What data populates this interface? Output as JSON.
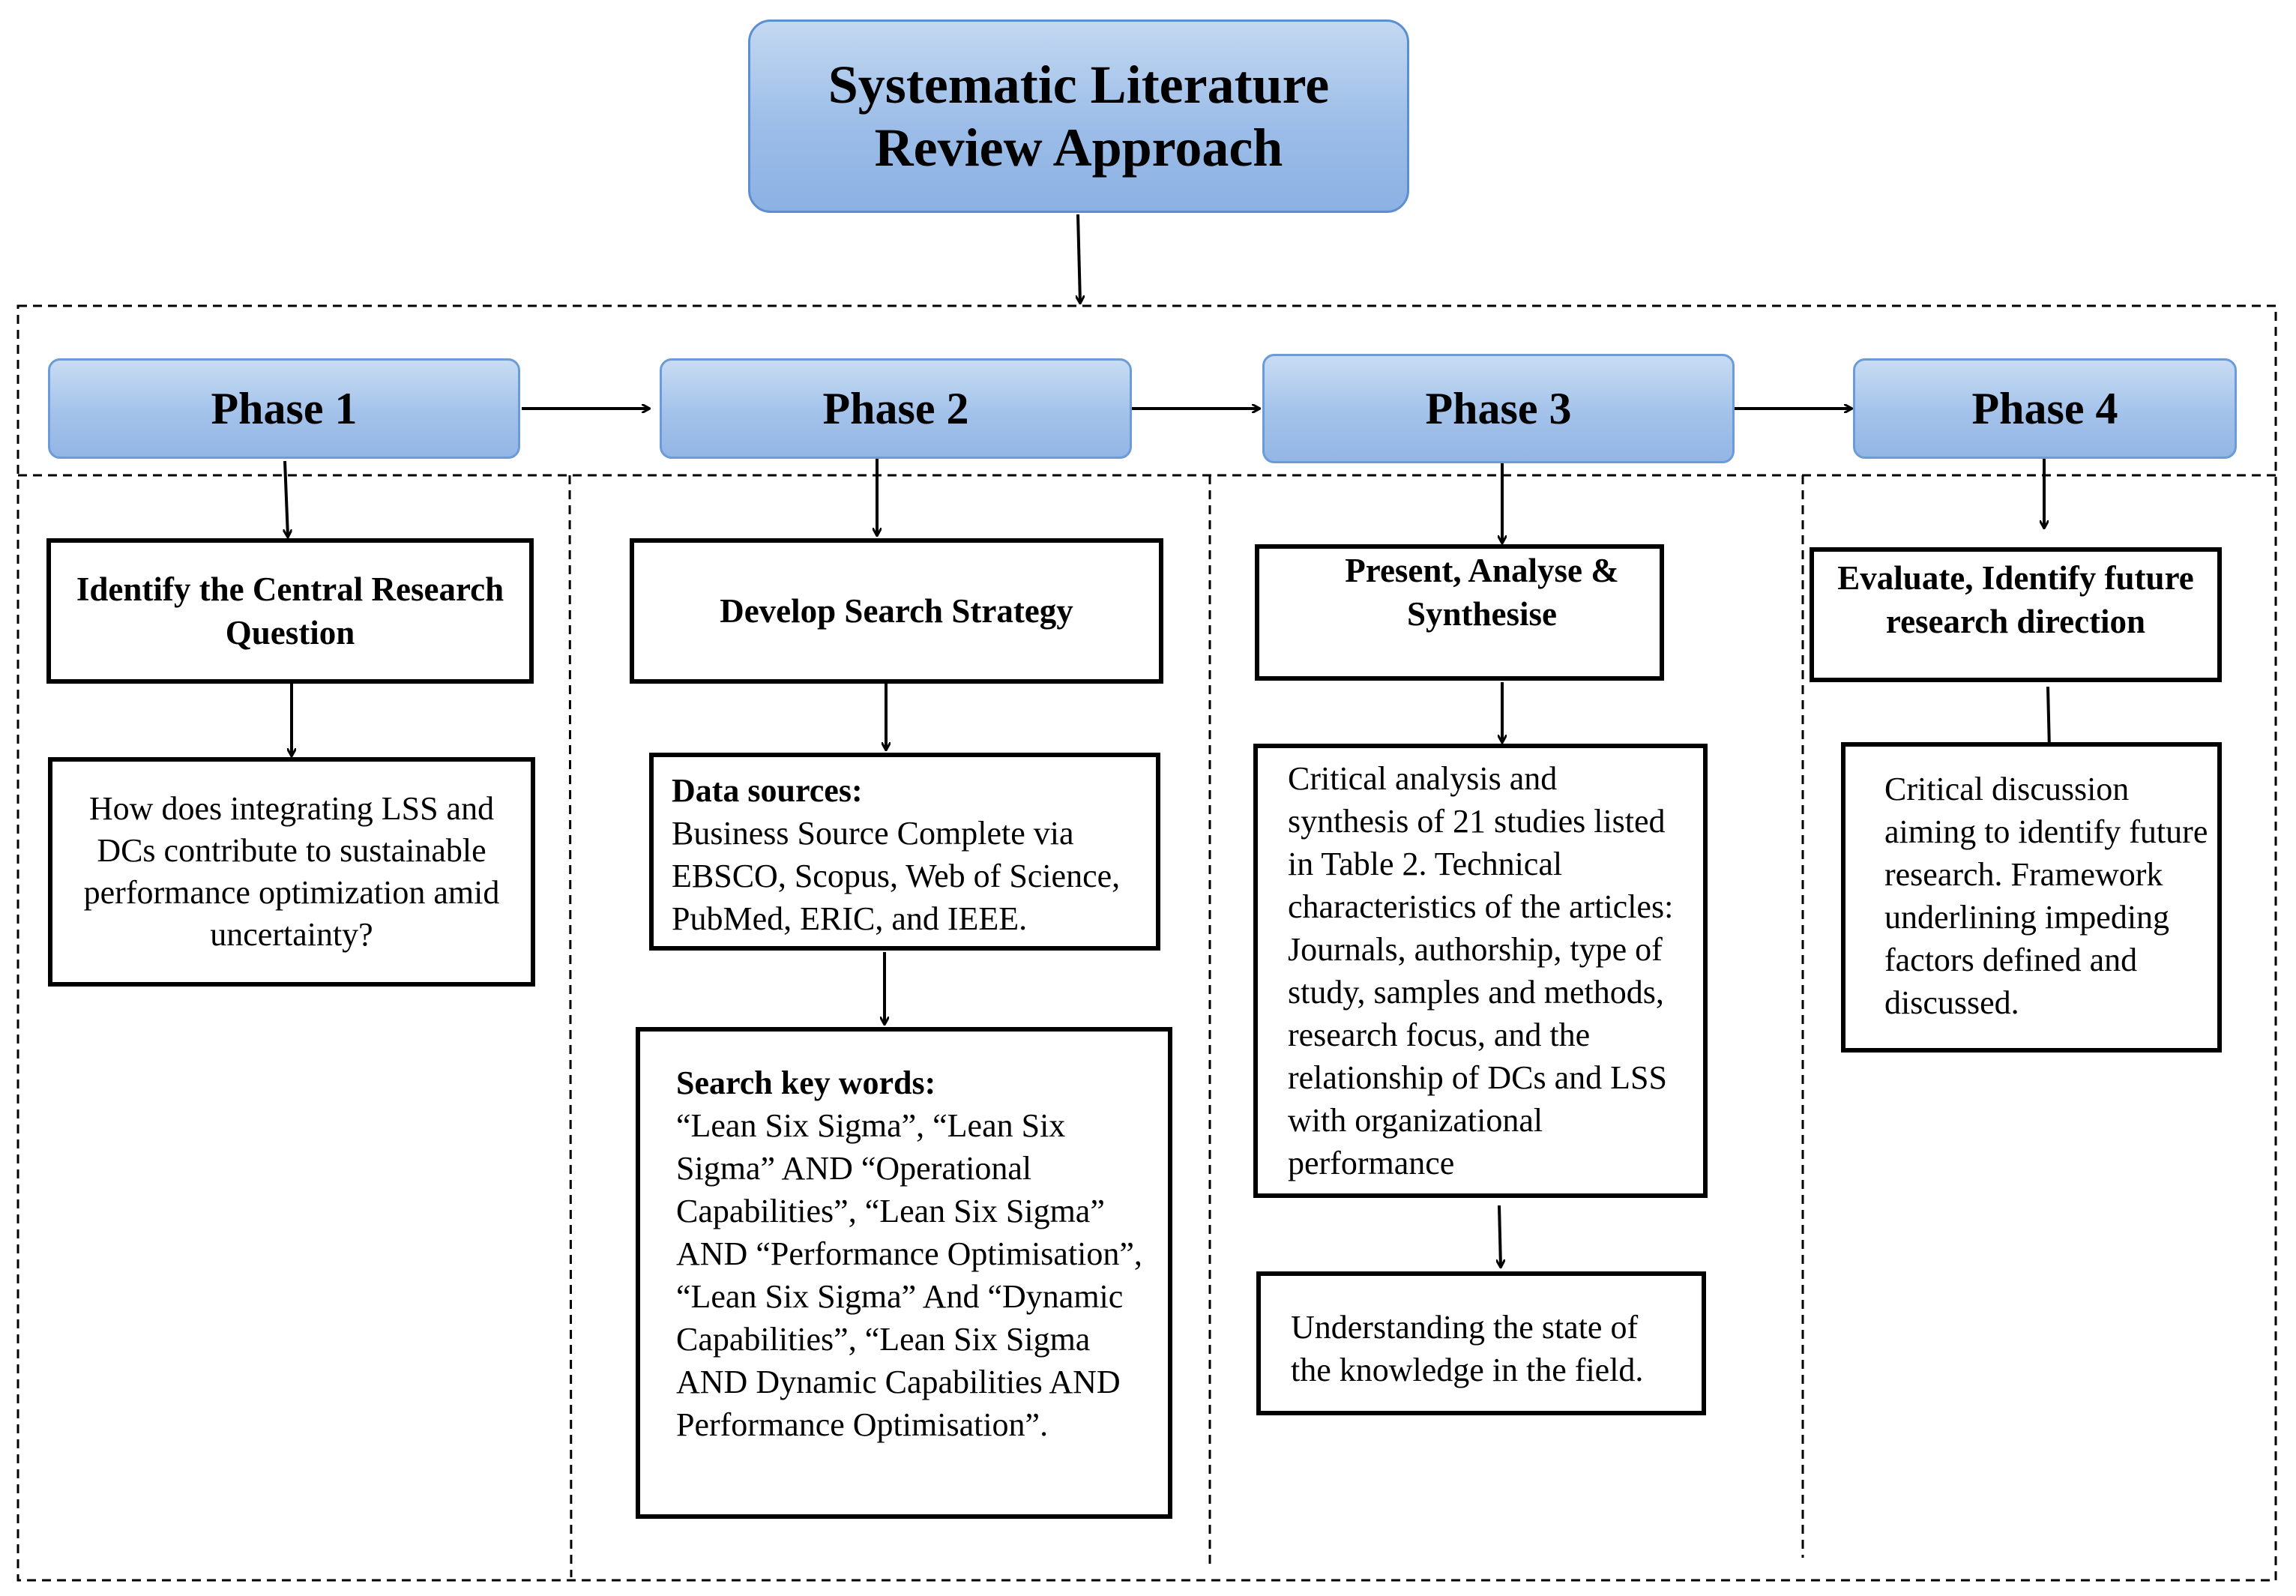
{
  "title": {
    "line1": "Systematic Literature",
    "line2": "Review Approach"
  },
  "phases": [
    {
      "label": "Phase 1",
      "step": "Identify the Central Research Question",
      "details": [
        {
          "text": "How does integrating LSS and DCs contribute to sustainable performance optimization amid uncertainty?"
        }
      ]
    },
    {
      "label": "Phase 2",
      "step": "Develop Search Strategy",
      "details": [
        {
          "heading": "Data sources:",
          "text": "Business Source Complete via EBSCO,  Scopus, Web of Science, PubMed, ERIC, and IEEE."
        },
        {
          "heading": "Search key words:",
          "text": "“Lean Six Sigma”, “Lean Six Sigma” AND “Operational Capabilities”, “Lean Six Sigma” AND “Performance Optimisation”, “Lean Six Sigma” And “Dynamic Capabilities”, “Lean Six Sigma AND Dynamic Capabilities AND Performance Optimisation”."
        }
      ]
    },
    {
      "label": "Phase 3",
      "step": "Present, Analyse & Synthesise",
      "details": [
        {
          "text": "Critical analysis and synthesis of 21 studies listed in Table 2. Technical characteristics of the articles: Journals, authorship, type of study, samples and methods, research focus, and the relationship of DCs and LSS with organizational performance"
        },
        {
          "text": "Understanding the state of the knowledge in the field."
        }
      ]
    },
    {
      "label": "Phase 4",
      "step": "Evaluate, Identify future research direction",
      "details": [
        {
          "text": "Critical discussion aiming to identify future research. Framework underlining impeding factors defined and discussed."
        }
      ]
    }
  ]
}
